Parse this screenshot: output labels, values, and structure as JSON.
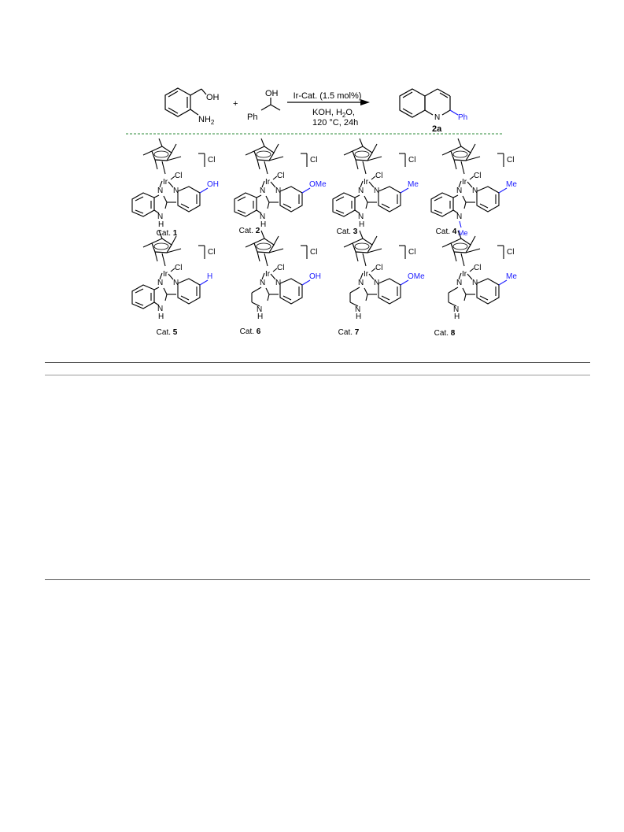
{
  "reaction": {
    "reactant_1": {
      "label_oh": "OH",
      "label_nh2": "NH",
      "label_nh2_sub": "2"
    },
    "plus": "+",
    "reactant_2": {
      "label_oh": "OH",
      "label_ph": "Ph"
    },
    "conditions": {
      "catalyst": "Ir-Cat. (1.5 mol%)",
      "base_solvent": "KOH, H",
      "base_solvent_sub": "2",
      "base_solvent_tail": "O,",
      "temp_time": "120 °C, 24h"
    },
    "product": {
      "label_n": "N",
      "label_ph": "Ph",
      "name": "2a"
    }
  },
  "catalysts": [
    {
      "prefix": "Cat. ",
      "number": "1",
      "substituent": "OH",
      "backbone": "benzimidazole",
      "n_methyl": false
    },
    {
      "prefix": "Cat. ",
      "number": "2",
      "substituent": "OMe",
      "backbone": "benzimidazole",
      "n_methyl": false
    },
    {
      "prefix": "Cat. ",
      "number": "3",
      "substituent": "Me",
      "backbone": "benzimidazole",
      "n_methyl": false
    },
    {
      "prefix": "Cat. ",
      "number": "4",
      "substituent": "Me",
      "backbone": "benzimidazole",
      "n_methyl": true
    },
    {
      "prefix": "Cat. ",
      "number": "5",
      "substituent": "H",
      "backbone": "benzimidazole",
      "n_methyl": false
    },
    {
      "prefix": "Cat. ",
      "number": "6",
      "substituent": "OH",
      "backbone": "imidazoline",
      "n_methyl": false
    },
    {
      "prefix": "Cat. ",
      "number": "7",
      "substituent": "OMe",
      "backbone": "imidazoline",
      "n_methyl": false
    },
    {
      "prefix": "Cat. ",
      "number": "8",
      "substituent": "Me",
      "backbone": "imidazoline",
      "n_methyl": false
    }
  ],
  "complex_labels": {
    "metal": "Ir",
    "chloride": "Cl",
    "counterion": "Cl",
    "n": "N",
    "nh": "H",
    "methyl": "Me"
  },
  "colors": {
    "highlight": "#1a1aff",
    "divider": "#2e8b3a",
    "text": "#000000"
  }
}
